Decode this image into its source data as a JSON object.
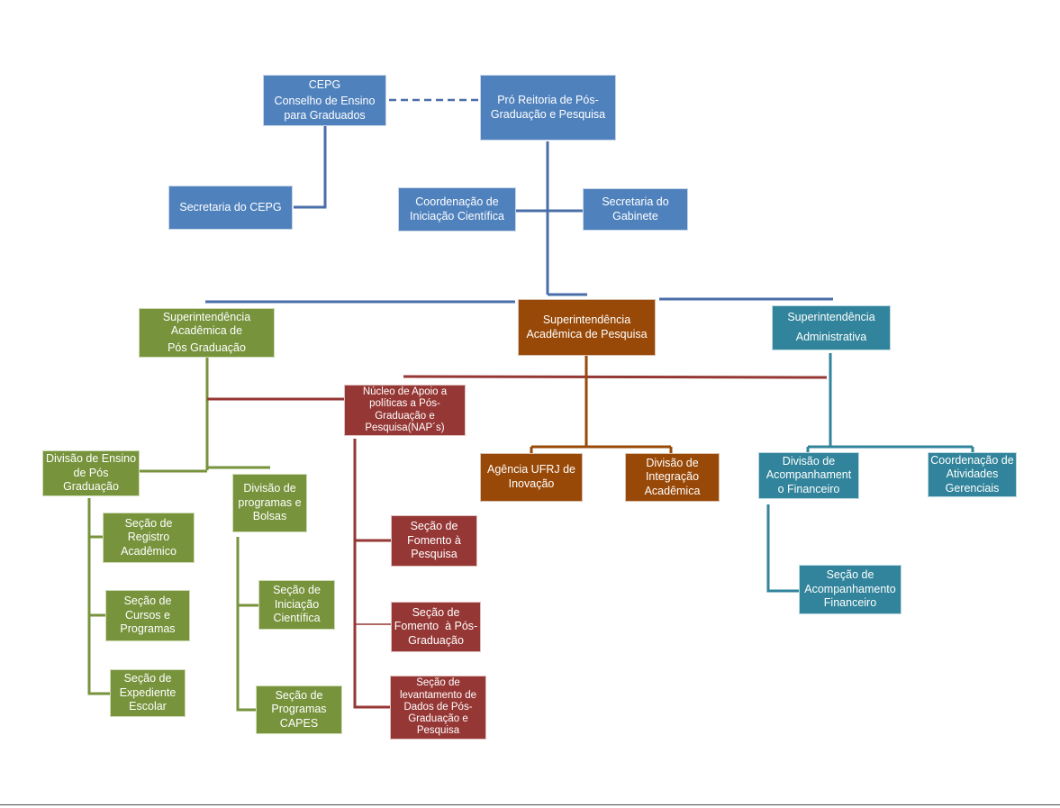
{
  "nodes": {
    "cepg": {
      "l1": "CEPG",
      "l2": "Conselho de Ensino",
      "l3": "para Graduados"
    },
    "pro_reitoria": {
      "l1": "Pró Reitoria de Pós-",
      "l2": "Graduação e Pesquisa"
    },
    "secretaria_cepg": {
      "l1": "Secretaria do CEPG"
    },
    "coord_iniciacao": {
      "l1": "Coordenação de",
      "l2": "Iniciação Científica"
    },
    "secretaria_gabinete": {
      "l1": "Secretaria do",
      "l2": "Gabinete"
    },
    "sup_pos": {
      "l1": "Superintendência",
      "l2": "Acadêmica de",
      "l3": "Pós Graduação"
    },
    "sup_pesquisa": {
      "l1": "Superintendência",
      "l2": "Acadêmica de Pesquisa"
    },
    "sup_admin": {
      "l1": "Superintendência",
      "l2": "Administrativa"
    },
    "nucleo": {
      "l1": "Núcleo de Apoio a",
      "l2": "políticas a Pós-",
      "l3": "Graduação e",
      "l4": "Pesquisa(NAP´s)"
    },
    "div_ensino": {
      "l1": "Divisão de Ensino",
      "l2": "de Pós",
      "l3": "Graduação"
    },
    "div_programas": {
      "l1": "Divisão de",
      "l2": "programas e",
      "l3": "Bolsas"
    },
    "agencia": {
      "l1": "Agência UFRJ de",
      "l2": "Inovação"
    },
    "div_integracao": {
      "l1": "Divisão de",
      "l2": "Integração",
      "l3": "Acadêmica"
    },
    "div_acompanhamento": {
      "l1": "Divisão de",
      "l2": "Acompanhament",
      "l3": "o Financeiro"
    },
    "coord_atividades": {
      "l1": "Coordenação de",
      "l2": "Atividades",
      "l3": "Gerenciais"
    },
    "sec_registro": {
      "l1": "Seção de",
      "l2": "Registro",
      "l3": "Acadêmico"
    },
    "sec_cursos": {
      "l1": "Seção de",
      "l2": "Cursos e",
      "l3": "Programas"
    },
    "sec_expediente": {
      "l1": "Seção de",
      "l2": "Expediente",
      "l3": "Escolar"
    },
    "sec_iniciacao": {
      "l1": "Seção de",
      "l2": "Iniciação",
      "l3": "Científica"
    },
    "sec_capes": {
      "l1": "Seção de",
      "l2": "Programas",
      "l3": "CAPES"
    },
    "sec_fomento_pesquisa": {
      "l1": "Seção de",
      "l2": "Fomento à",
      "l3": "Pesquisa"
    },
    "sec_fomento_pos": {
      "l1": "Seção de",
      "l2": "Fomento  à Pós-",
      "l3": "Graduação"
    },
    "sec_levantamento": {
      "l1": "Seção de",
      "l2": "levantamento de",
      "l3": "Dados de Pós-",
      "l4": "Graduação e",
      "l5": "Pesquisa"
    },
    "sec_acomp_fin": {
      "l1": "Seção de",
      "l2": "Acompanhamento",
      "l3": "Financeiro"
    }
  },
  "colors": {
    "blue": "#4f81bd",
    "blue_line": "#4a6ea8",
    "orange": "#984807",
    "green": "#77933c",
    "red": "#953735",
    "teal": "#31849b"
  }
}
